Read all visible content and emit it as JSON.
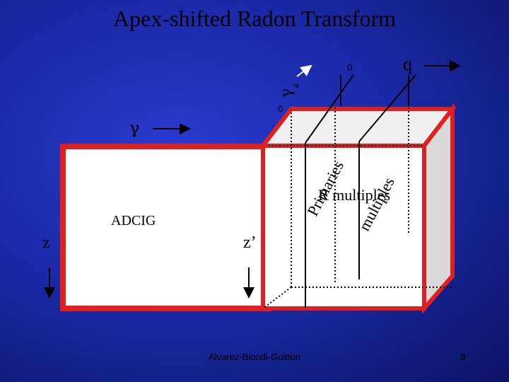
{
  "title": "Apex-shifted Radon Transform",
  "labels": {
    "gamma": "γ",
    "gamma_a_symbol": "γ",
    "gamma_a_sub": "a",
    "q": "q",
    "zero_top": "0",
    "zero_side": "0",
    "adcig": "ADCIG",
    "z": "z",
    "z_prime": "z’",
    "primaries": "Primaries",
    "r_multiples": "R multiples",
    "multiples": "multiples"
  },
  "footer": {
    "credit": "Alvarez-Biondi-Guitton",
    "page": "9"
  },
  "colors": {
    "background": "#1a2aa8",
    "box_border": "#e02020",
    "box_fill": "#ffffff",
    "cube_side": "#d9d9d9"
  }
}
